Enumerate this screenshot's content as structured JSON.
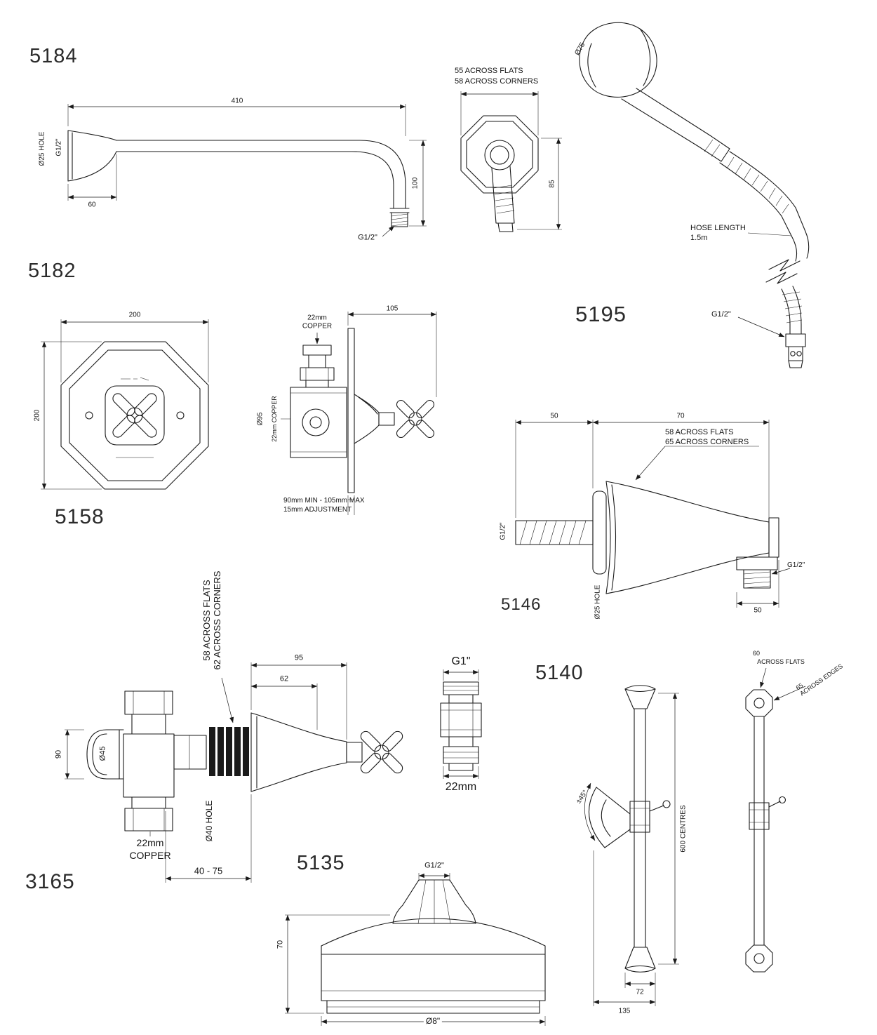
{
  "sheet": {
    "background": "#ffffff",
    "ink": "#1a1a1a"
  },
  "parts": {
    "arm5184": {
      "number": "5184",
      "length": "410",
      "drop": "100",
      "flange": "60",
      "hole": "Ø25 HOLE",
      "wall_thread": "G1/2\"",
      "outlet_thread": "G1/2\""
    },
    "flange_detail": {
      "across_flats": "55 ACROSS FLATS",
      "across_corners": "58 ACROSS CORNERS",
      "height": "85"
    },
    "handset5195": {
      "number": "5195",
      "head_dia": "Ø75",
      "hose_label": "HOSE LENGTH",
      "hose_length": "1.5m",
      "thread": "G1/2\""
    },
    "plate5182": {
      "number": "5182",
      "width": "200",
      "height": "200"
    },
    "valve5158": {
      "number": "5158",
      "top_pipe_1": "22mm",
      "top_pipe_2": "COPPER",
      "projection": "105",
      "body_dia": "Ø95",
      "side_pipe": "22mm COPPER",
      "adjust_1": "90mm MIN - 105mm MAX",
      "adjust_2": "15mm ADJUSTMENT"
    },
    "outlet5146": {
      "number": "5146",
      "stem_len": "50",
      "projection": "70",
      "across_flats": "58 ACROSS FLATS",
      "across_corners": "65 ACROSS CORNERS",
      "stem_thread": "G1/2\"",
      "hole": "Ø25 HOLE",
      "outlet_len": "50",
      "outlet_thread": "G1/2\""
    },
    "valve3165": {
      "number": "3165",
      "across_flats": "58 ACROSS FLATS",
      "across_corners": "62 ACROSS CORNERS",
      "dim95": "95",
      "dim62": "62",
      "dim90": "90",
      "cap_dia": "Ø45",
      "hole": "Ø40 HOLE",
      "pipe_1": "22mm",
      "pipe_2": "COPPER",
      "adjust": "40 - 75"
    },
    "adaptor": {
      "thread": "G1\"",
      "pipe": "22mm"
    },
    "rail5140": {
      "number": "5140",
      "flats_val": "60",
      "flats_lbl": "ACROSS FLATS",
      "edges_val": "65",
      "edges_lbl": "ACROSS EDGES",
      "swivel": "±45°",
      "centres": "600 CENTRES",
      "dim72": "72",
      "dim135": "135"
    },
    "rose5135": {
      "number": "5135",
      "thread": "G1/2\"",
      "height": "70",
      "dia": "Ø8\""
    }
  }
}
